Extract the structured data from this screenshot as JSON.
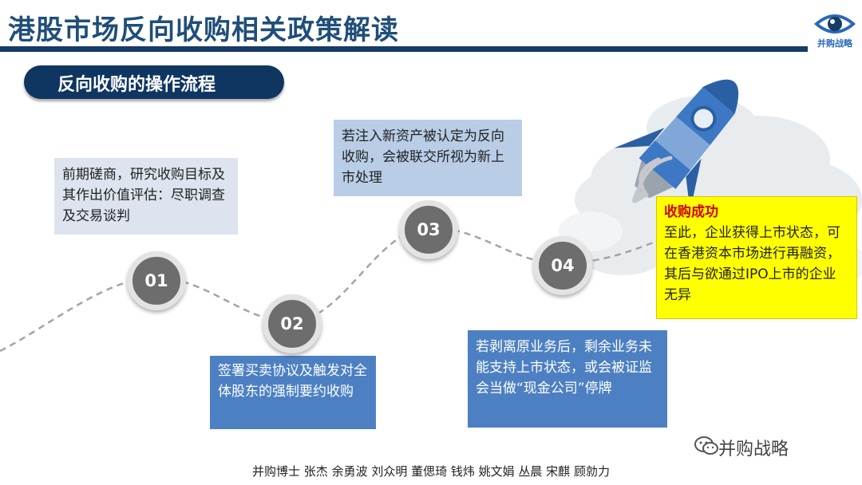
{
  "header": {
    "title": "港股市场反向收购相关政策解读",
    "logo_text": "并购战略"
  },
  "section": {
    "label": "反向收购的操作流程"
  },
  "steps": [
    {
      "number": "01",
      "text": "前期磋商，研究收购目标及其作出价值评估：尽职调查及交易谈判"
    },
    {
      "number": "02",
      "text": "签署买卖协议及触发对全体股东的强制要约收购"
    },
    {
      "number": "03",
      "text": "若注入新资产被认定为反向收购，会被联交所视为新上市处理"
    },
    {
      "number": "04",
      "text": "若剥离原业务后，剩余业务未能支持上市状态，或会被证监会当做“现金公司”停牌"
    }
  ],
  "result": {
    "heading": "收购成功",
    "text": "至此，企业获得上市状态，可在香港资本市场进行再融资，其后与欲通过IPO上市的企业无异"
  },
  "watermark": "并购战略",
  "footer": "并购博士 张杰 余勇波 刘众明 董偲琦 钱炜 姚文娟 丛晨 宋麒 顾勍力",
  "colors": {
    "title": "#1f4e79",
    "rule": "#173a66",
    "pill": "#0f3561",
    "box_dark": "#4d80c2",
    "box_mid": "#b9cde7",
    "box_light": "#dde4ef",
    "highlight": "#ffff00",
    "heading_red": "#d40000"
  },
  "icons": [
    "eye-logo-icon",
    "rocket-icon",
    "cloud-icon",
    "wechat-icon"
  ]
}
